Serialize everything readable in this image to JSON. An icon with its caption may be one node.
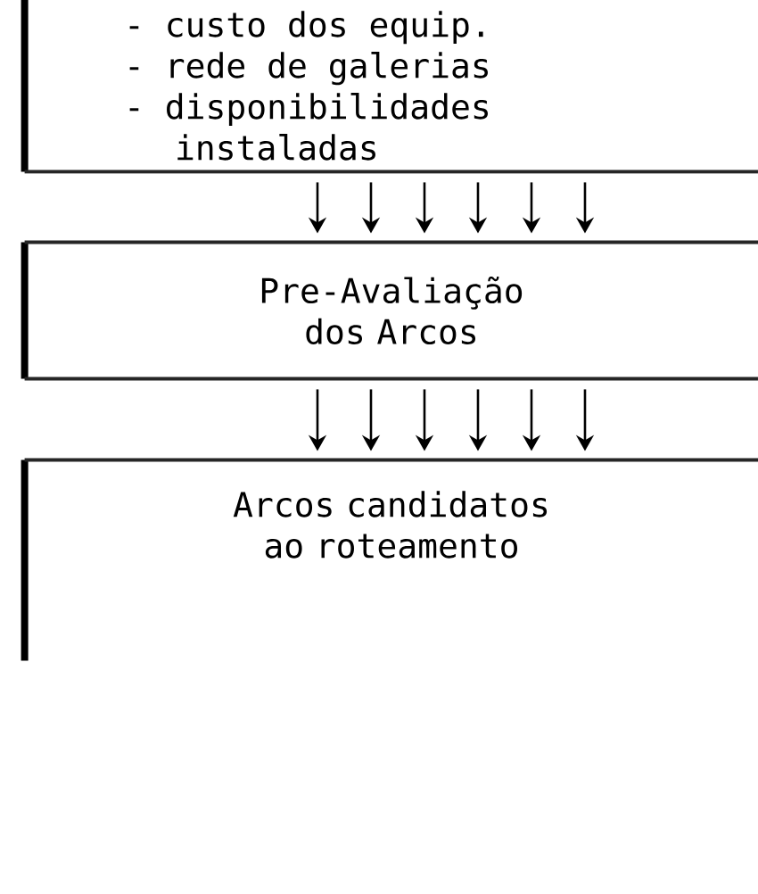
{
  "diagram": {
    "nodes": [
      {
        "text": [
          "- custo dos equip.",
          "- rede de galerias",
          "- disponibilidades instaladas"
        ]
      },
      {
        "text": [
          "Pre-Avaliação dos Arcos"
        ]
      },
      {
        "text": [
          "Arcos candidatos ao roteamento"
        ]
      }
    ],
    "edges": [
      {
        "from": 0,
        "to": 1,
        "arrow": "to"
      },
      {
        "from": 0,
        "to": 1,
        "arrow": "to"
      },
      {
        "from": 0,
        "to": 1,
        "arrow": "to"
      },
      {
        "from": 0,
        "to": 1,
        "arrow": "to"
      },
      {
        "from": 0,
        "to": 1,
        "arrow": "to"
      },
      {
        "from": 0,
        "to": 1,
        "arrow": "to"
      },
      {
        "from": 1,
        "to": 2,
        "arrow": "to"
      },
      {
        "from": 1,
        "to": 2,
        "arrow": "to"
      },
      {
        "from": 1,
        "to": 2,
        "arrow": "to"
      },
      {
        "from": 1,
        "to": 2,
        "arrow": "to"
      },
      {
        "from": 1,
        "to": 2,
        "arrow": "to"
      },
      {
        "from": 1,
        "to": 2,
        "arrow": "to"
      }
    ]
  }
}
